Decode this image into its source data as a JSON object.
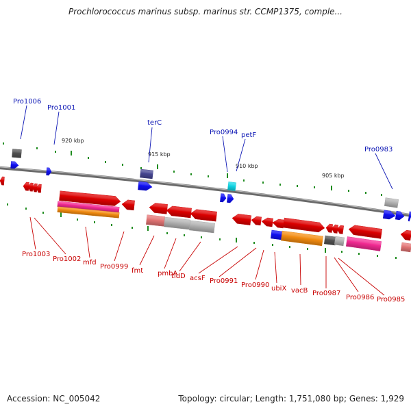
{
  "title": "Prochlorococcus marinus subsp. marinus str. CCMP1375, comple...",
  "footer": {
    "accession_label": "Accession:",
    "accession": "NC_005042",
    "topology_text": "Topology: circular; Length: 1,751,080 bp; Genes: 1,929"
  },
  "colors": {
    "backbone": "#888888",
    "forward_label": "#0a14b4",
    "reverse_label": "#c80000",
    "gene_red": "#e80000",
    "gene_blue": "#1010ff",
    "gene_magenta": "#ff2c9a",
    "gene_orange": "#ff9210",
    "gene_gray": "#bbbbbb",
    "gene_pink": "#ee7a7a",
    "gene_navy": "#4a4a9a",
    "gene_cyan": "#10e0f0",
    "gene_dark": "#555555",
    "tick_green": "#1f8c1f"
  },
  "scale_labels": [
    "920 kbp",
    "915 kbp",
    "910 kbp",
    "905 kbp"
  ],
  "forward_labels": [
    "Pro1006",
    "Pro1001",
    "terC",
    "Pro0994",
    "petF",
    "Pro0983"
  ],
  "reverse_labels": [
    "Pro1003",
    "Pro1002",
    "mfd",
    "Pro0999",
    "fmt",
    "pmbA",
    "tldD",
    "acsF",
    "Pro0991",
    "Pro0990",
    "ubiX",
    "vacB",
    "Pro0987",
    "Pro0986",
    "Pro0985"
  ]
}
